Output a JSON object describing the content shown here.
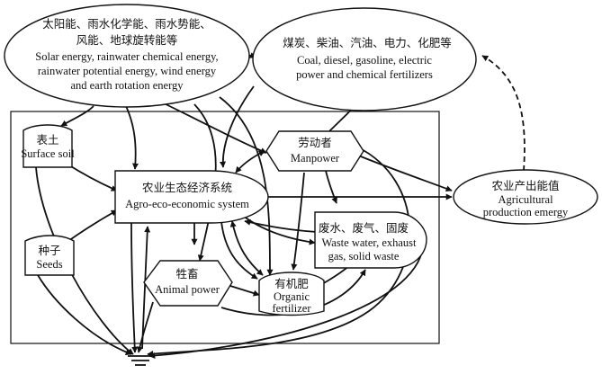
{
  "nodes": {
    "natural_energy": {
      "lines": [
        "太阳能、雨水化学能、雨水势能、",
        "风能、地球旋转能等",
        "Solar energy, rainwater chemical energy,",
        "rainwater potential energy, wind energy",
        "and earth rotation energy"
      ]
    },
    "purchased_energy": {
      "lines": [
        "煤炭、柴油、汽油、电力、化肥等",
        "Coal, diesel, gasoline, electric",
        "power and chemical fertilizers"
      ]
    },
    "surface_soil": {
      "lines": [
        "表土",
        "Surface soil"
      ]
    },
    "seeds": {
      "lines": [
        "种子",
        "Seeds"
      ]
    },
    "system": {
      "lines": [
        "农业生态经济系统",
        "Agro-eco-economic system"
      ]
    },
    "manpower": {
      "lines": [
        "劳动者",
        "Manpower"
      ]
    },
    "waste": {
      "lines": [
        "废水、废气、固废",
        "Waste water, exhaust",
        "gas, solid waste"
      ]
    },
    "animal_power": {
      "lines": [
        "牲畜",
        "Animal power"
      ]
    },
    "organic_fertilizer": {
      "lines": [
        "有机肥",
        "Organic",
        "fertilizer"
      ]
    },
    "output": {
      "lines": [
        "农业产出能值",
        "Agricultural",
        "production emergy"
      ]
    }
  }
}
